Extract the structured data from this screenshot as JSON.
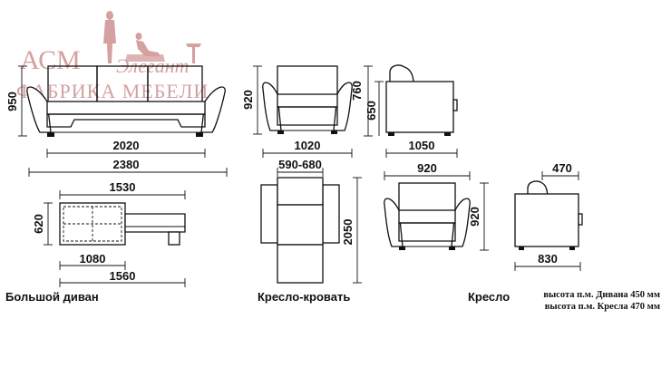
{
  "logo": {
    "brand": "АСМ",
    "script": "Элегант",
    "subtitle": "ФАБРИКА МЕБЕЛИ",
    "color": "#d4a0a0"
  },
  "sofa": {
    "caption": "Большой диван",
    "height_front": "950",
    "width_inner": "2020",
    "width_total": "2380",
    "depth_seat": "1530",
    "height_folded": "620",
    "sleeping_width": "1080",
    "sleeping_length": "1560"
  },
  "chair_bed": {
    "caption": "Кресло-кровать",
    "height_front": "920",
    "width_front": "1020",
    "height_side": "760",
    "seat_side": "650",
    "depth_side": "1050",
    "sleeping_width": "590-680",
    "sleeping_length": "2050"
  },
  "armchair": {
    "caption": "Кресло",
    "width_front": "920",
    "height_front": "920",
    "seat_side": "470",
    "depth_side": "830"
  },
  "notes": {
    "line1": "высота п.м. Дивана 450 мм",
    "line2": "высота п.м. Кресла 470 мм"
  }
}
